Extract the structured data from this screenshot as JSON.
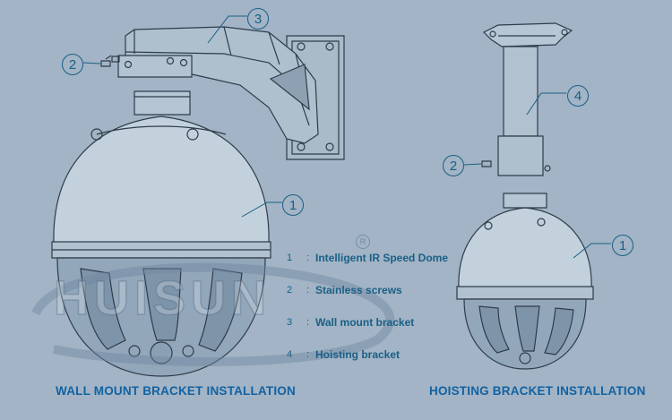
{
  "callouts": {
    "wall_screw": "2",
    "wall_bracket": "3",
    "wall_dome": "1",
    "hoist_bracket": "4",
    "hoist_screw": "2",
    "hoist_dome": "1"
  },
  "legend": [
    {
      "num": "1",
      "label": "Intelligent IR Speed Dome"
    },
    {
      "num": "2",
      "label": "Stainless screws"
    },
    {
      "num": "3",
      "label": "Wall mount bracket"
    },
    {
      "num": "4",
      "label": "Hoisting bracket"
    }
  ],
  "legend_sep": ":",
  "watermark": {
    "text": "HUISUN",
    "reg_mark": "R"
  },
  "captions": {
    "left": "WALL MOUNT BRACKET INSTALLATION",
    "right": "HOISTING BRACKET INSTALLATION"
  },
  "colors": {
    "background": "#a2b4c5",
    "line": "#2e3c4a",
    "accent": "#1262a3"
  }
}
